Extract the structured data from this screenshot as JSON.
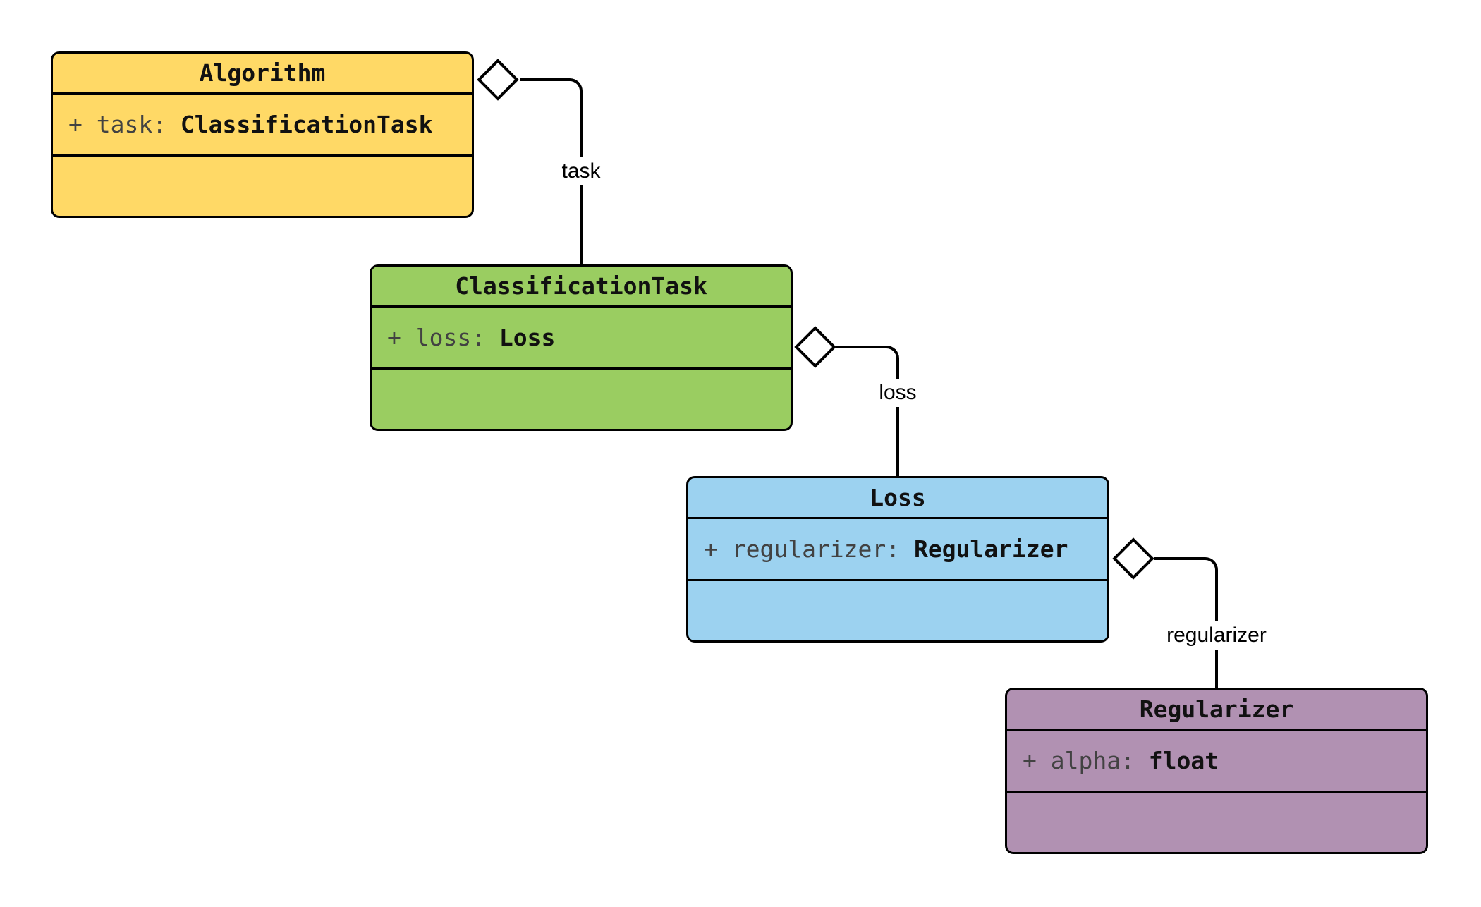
{
  "diagram": {
    "kind": "uml-class-diagram",
    "background": "#FFFFFF",
    "stroke_color": "#000000",
    "classes": [
      {
        "name": "Algorithm",
        "fill": "#FFD966",
        "attributes": [
          {
            "plain": "+ task:",
            "type": "ClassificationTask"
          }
        ]
      },
      {
        "name": "ClassificationTask",
        "fill": "#9ACD61",
        "attributes": [
          {
            "plain": "+ loss:",
            "type": "Loss"
          }
        ]
      },
      {
        "name": "Loss",
        "fill": "#9CD2F0",
        "attributes": [
          {
            "plain": "+ regularizer:",
            "type": "Regularizer"
          }
        ]
      },
      {
        "name": "Regularizer",
        "fill": "#B191B2",
        "attributes": [
          {
            "plain": "+ alpha:",
            "type": "float"
          }
        ]
      }
    ],
    "relationships": [
      {
        "from": "Algorithm",
        "to": "ClassificationTask",
        "label": "task",
        "type": "aggregation"
      },
      {
        "from": "ClassificationTask",
        "to": "Loss",
        "label": "loss",
        "type": "aggregation"
      },
      {
        "from": "Loss",
        "to": "Regularizer",
        "label": "regularizer",
        "type": "aggregation"
      }
    ],
    "text_colors": {
      "class_title": "#111111",
      "attribute_name": "#424242",
      "attribute_type": "#111111",
      "edge_label": "#000000"
    }
  }
}
